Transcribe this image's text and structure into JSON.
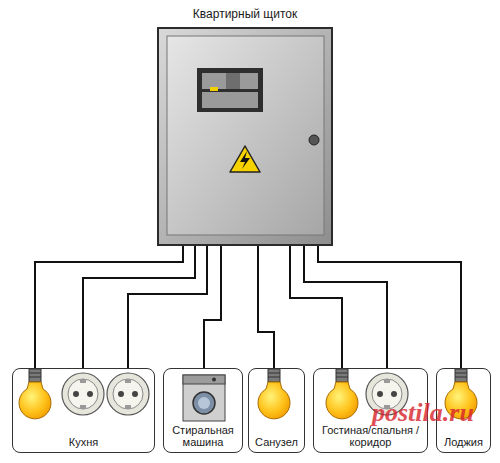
{
  "diagram": {
    "nodes": [
      {
        "text": [
          "Квартирный щиток"
        ]
      },
      {
        "text": [
          "Кухня"
        ]
      },
      {
        "text": [
          "Стиральная машина"
        ]
      },
      {
        "text": [
          "Санузел"
        ]
      },
      {
        "text": [
          "Гостиная/спальня /коридор"
        ]
      },
      {
        "text": [
          "Лоджия"
        ]
      }
    ],
    "edges": [
      {
        "from": 0,
        "to": 1,
        "arrow": "none"
      },
      {
        "from": 0,
        "to": 1,
        "arrow": "none"
      },
      {
        "from": 0,
        "to": 1,
        "arrow": "none"
      },
      {
        "from": 0,
        "to": 2,
        "arrow": "none"
      },
      {
        "from": 0,
        "to": 3,
        "arrow": "none"
      },
      {
        "from": 0,
        "to": 4,
        "arrow": "none"
      },
      {
        "from": 0,
        "to": 4,
        "arrow": "none"
      },
      {
        "from": 0,
        "to": 5,
        "arrow": "none"
      }
    ],
    "labels": [
      "postila.ru"
    ]
  }
}
